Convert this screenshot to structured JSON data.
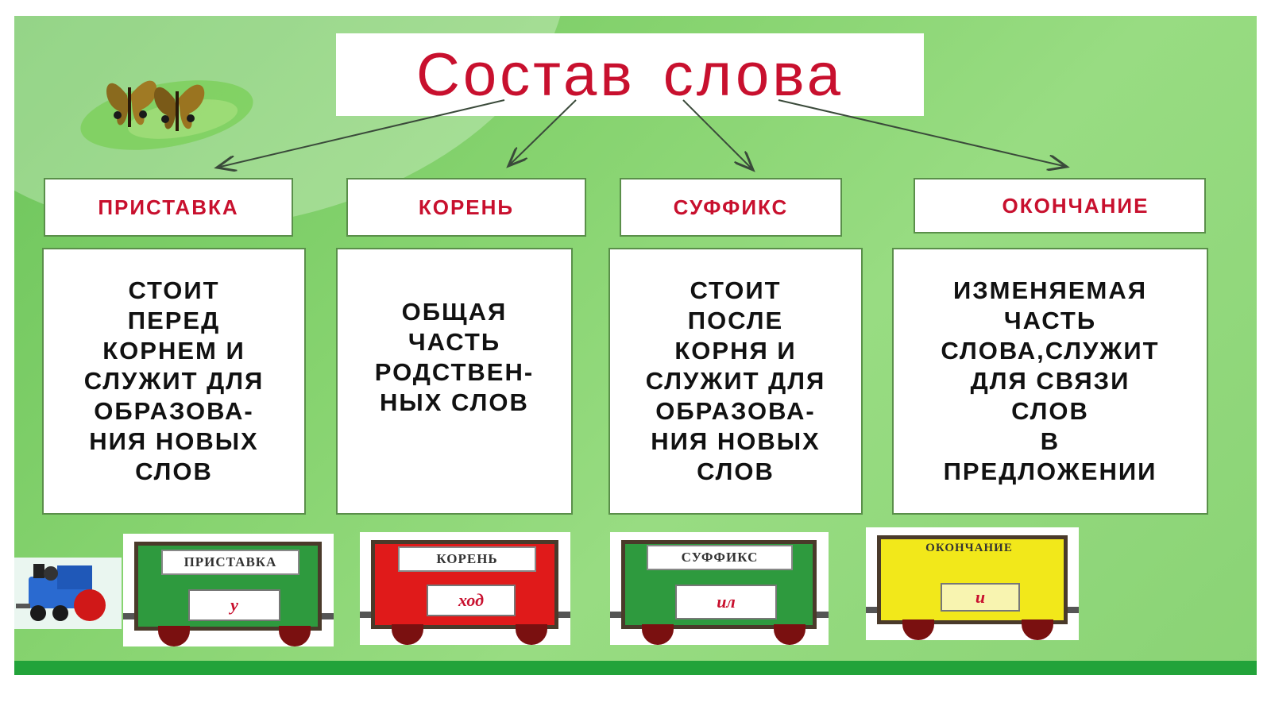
{
  "title": "Состав слова",
  "parts": [
    {
      "label": "ПРИСТАВКА",
      "description": "СТОИТ\nПЕРЕД\nКОРНЕМ И\nСЛУЖИТ ДЛЯ\nОБРАЗОВА-\nНИЯ НОВЫХ\nСЛОВ",
      "wagon_label": "ПРИСТАВКА",
      "wagon_example": "у",
      "wagon_color": "#2e9a3e"
    },
    {
      "label": "КОРЕНЬ",
      "description": "ОБЩАЯ\nЧАСТЬ\nРОДСТВЕН-\nНЫХ СЛОВ",
      "wagon_label": "КОРЕНЬ",
      "wagon_example": "ход",
      "wagon_color": "#e01a1a"
    },
    {
      "label": "СУФФИКС",
      "description": "СТОИТ\nПОСЛЕ\nКОРНЯ И\nСЛУЖИТ ДЛЯ\nОБРАЗОВА-\nНИЯ НОВЫХ\nСЛОВ",
      "wagon_label": "СУФФИКС",
      "wagon_example": "ил",
      "wagon_color": "#2e9a3e"
    },
    {
      "label": "ОКОНЧАНИЕ",
      "description": "ИЗМЕНЯЕМАЯ\nЧАСТЬ\nСЛОВА,СЛУЖИТ\nДЛЯ СВЯЗИ\nСЛОВ\nВ\nПРЕДЛОЖЕНИИ",
      "wagon_label": "ОКОНЧАНИЕ",
      "wagon_example": "и",
      "wagon_color": "#f2e81a"
    }
  ],
  "colors": {
    "title": "#c8102e",
    "label_text": "#c8102e",
    "background": "#86d36f"
  },
  "icons": [
    "butterflies-icon",
    "locomotive-icon"
  ]
}
